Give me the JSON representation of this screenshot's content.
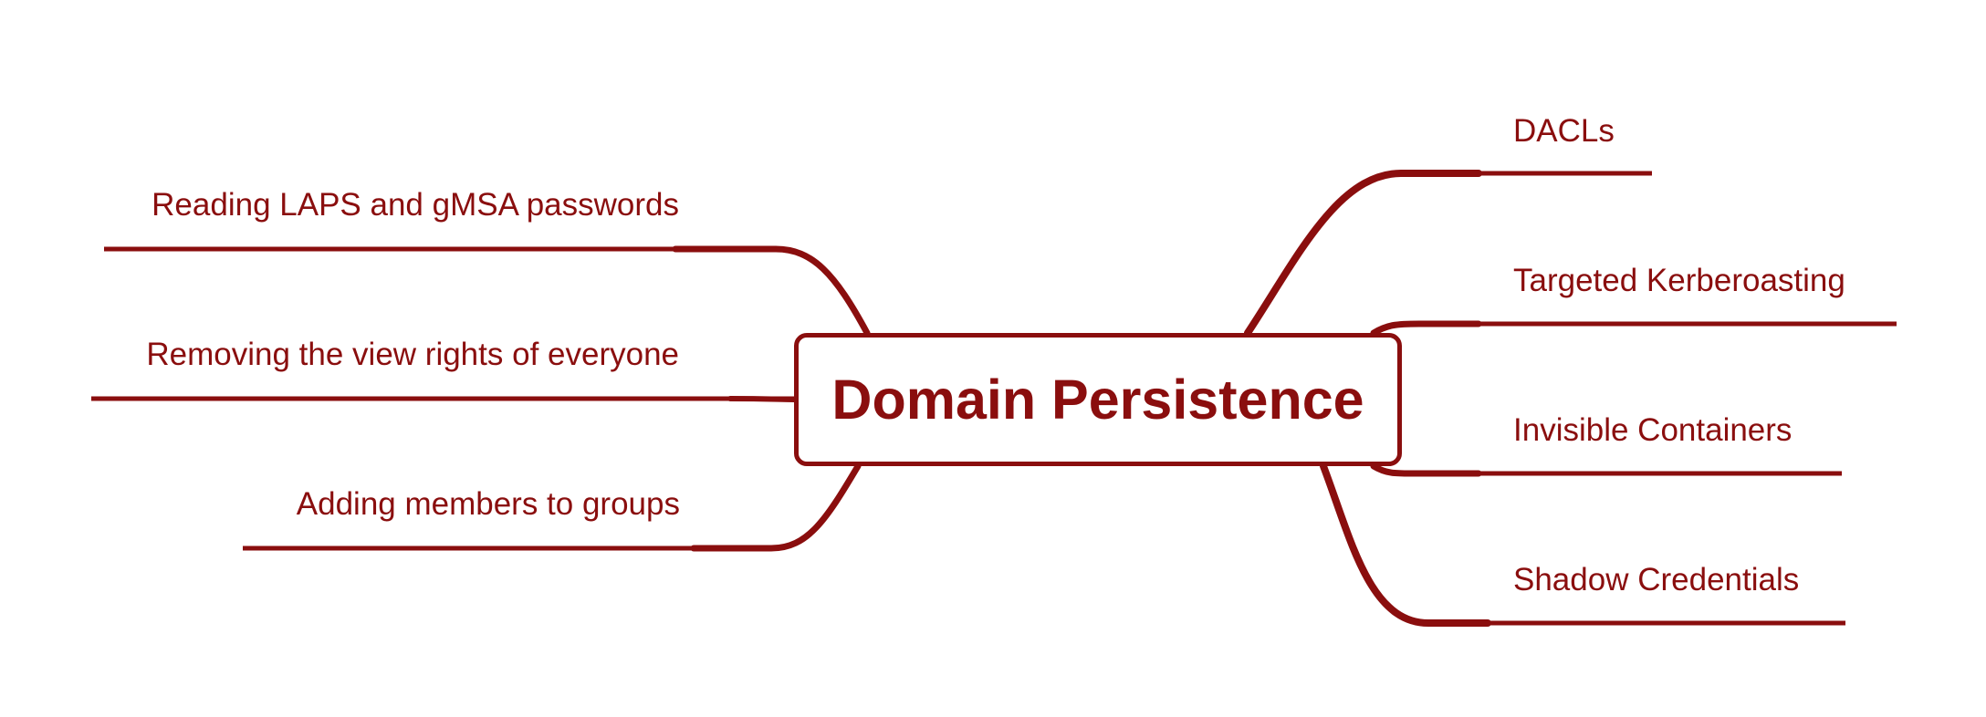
{
  "central_topic": "Domain Persistence",
  "left_branches": [
    {
      "label": "Reading LAPS and gMSA passwords"
    },
    {
      "label": "Removing the view rights of everyone"
    },
    {
      "label": "Adding members to groups"
    }
  ],
  "right_branches": [
    {
      "label": "DACLs"
    },
    {
      "label": "Targeted Kerberoasting"
    },
    {
      "label": "Invisible Containers"
    },
    {
      "label": "Shadow Credentials"
    }
  ],
  "colors": {
    "accent": "#8a0e0e",
    "background": "#ffffff"
  }
}
